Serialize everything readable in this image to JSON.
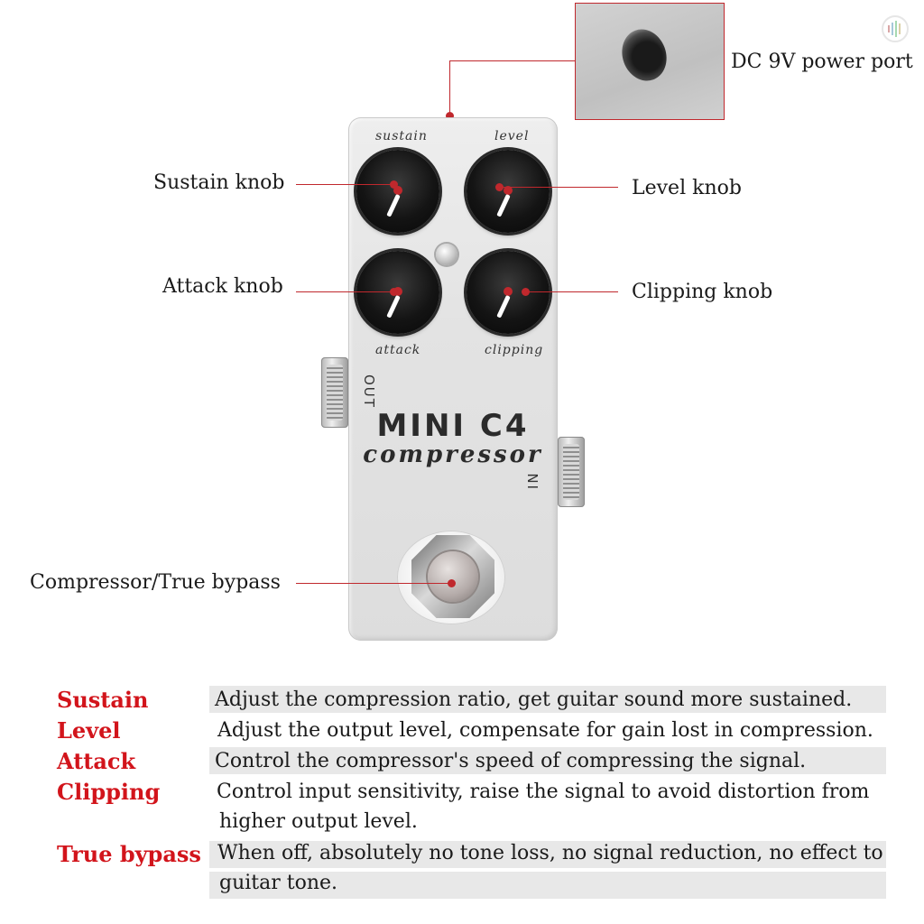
{
  "callouts": {
    "power_port": "DC 9V power port",
    "sustain": "Sustain knob",
    "level": "Level knob",
    "attack": "Attack knob",
    "clipping": "Clipping knob",
    "footswitch": "Compressor/True bypass"
  },
  "pedal": {
    "caption_sustain": "sustain",
    "caption_level": "level",
    "caption_attack": "attack",
    "caption_clipping": "clipping",
    "jack_out": "OUT",
    "jack_in": "IN",
    "brand": "MINI C4",
    "brand_sub": "compressor"
  },
  "table": [
    {
      "term": "Sustain",
      "desc": [
        "Adjust the compression ratio, get guitar sound more sustained."
      ]
    },
    {
      "term": "Level",
      "desc": [
        "Adjust the output level, compensate for gain lost in compression."
      ]
    },
    {
      "term": "Attack",
      "desc": [
        "Control the compressor's speed of compressing the signal."
      ]
    },
    {
      "term": "Clipping",
      "desc": [
        "Control input sensitivity, raise the signal to avoid distortion from",
        "higher output level."
      ]
    },
    {
      "term": "True bypass",
      "desc": [
        "When off, absolutely no tone loss, no signal reduction, no effect to",
        "guitar tone."
      ]
    }
  ],
  "colors": {
    "accent": "#c0282d",
    "term": "#d2141b",
    "row_shade": "#e8e8e8"
  }
}
